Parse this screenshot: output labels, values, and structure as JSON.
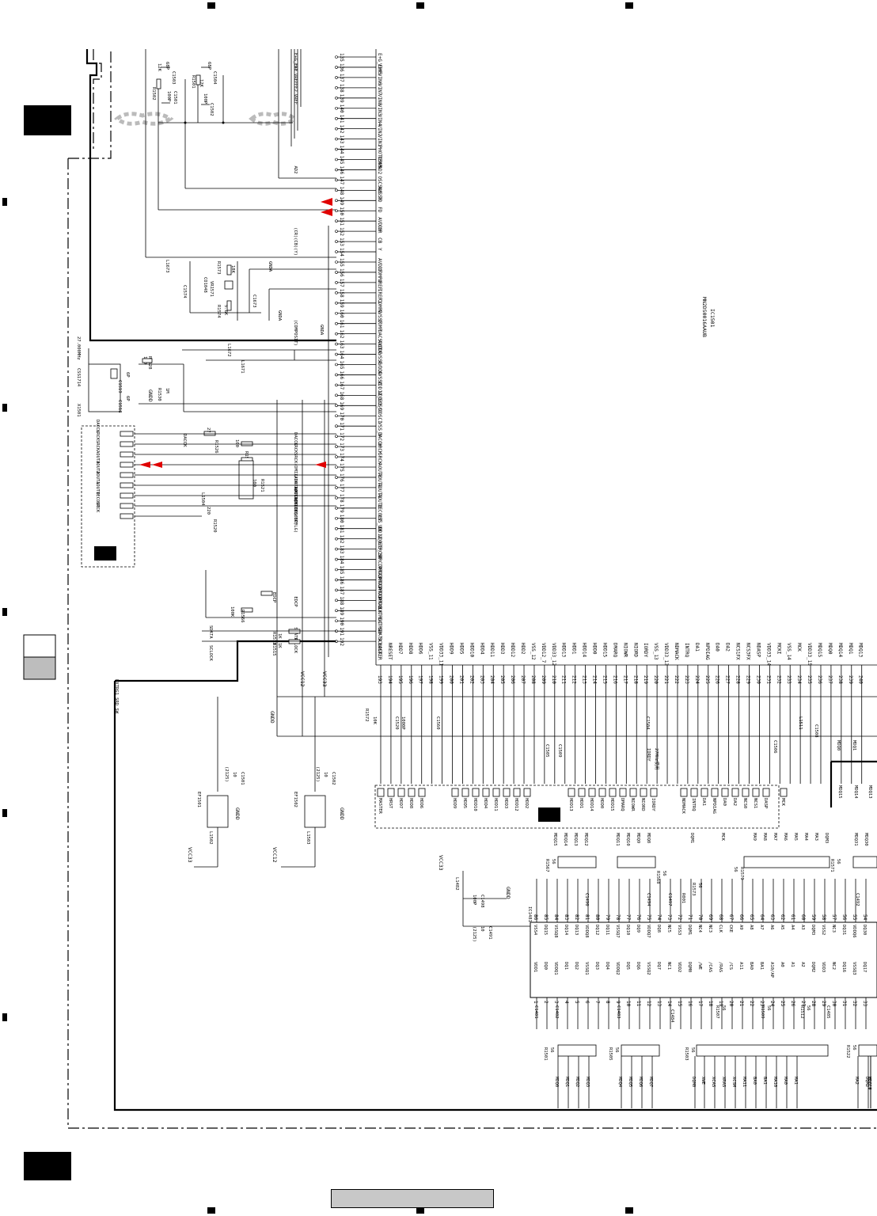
{
  "ic": {
    "part": "MN2DS0016AAUB",
    "ref": "IC1501"
  },
  "top_pins": [
    {
      "n": "135",
      "name": "E+G_E+F",
      "net": "E+G_E+F"
    },
    {
      "n": "136",
      "name": "VIN5",
      "net": "FE1"
    },
    {
      "n": "137",
      "name": "VIN6",
      "net": "VREF"
    },
    {
      "n": "138",
      "name": "VIN7",
      "net": "FE2"
    },
    {
      "n": "139",
      "name": "VIN8",
      "net": "VREF"
    },
    {
      "n": "140",
      "name": "VIN3",
      "net": ""
    },
    {
      "n": "141",
      "name": "VIN4",
      "net": ""
    },
    {
      "n": "142",
      "name": "VIN2",
      "net": ""
    },
    {
      "n": "143",
      "name": "VIN1",
      "net": ""
    },
    {
      "n": "144",
      "name": "PHOTOSNS",
      "net": ""
    },
    {
      "n": "145",
      "name": "TEMP",
      "net": ""
    },
    {
      "n": "146",
      "name": "AD2",
      "net": "AD2"
    },
    {
      "n": "147",
      "name": "OSCSNS",
      "net": ""
    },
    {
      "n": "148",
      "name": "AVSSH",
      "net": ""
    },
    {
      "n": "149",
      "name": "TD",
      "net": ""
    },
    {
      "n": "150",
      "name": "FD",
      "net": ""
    },
    {
      "n": "151",
      "name": "AVDDH",
      "net": ""
    },
    {
      "n": "152",
      "name": "CR",
      "net": "(CR)"
    },
    {
      "n": "153",
      "name": "CB",
      "net": "(CB)"
    },
    {
      "n": "154",
      "name": "Y",
      "net": "(Y)"
    },
    {
      "n": "155",
      "name": "AVDDF",
      "net": ""
    },
    {
      "n": "156",
      "name": "COMP1",
      "net": ""
    },
    {
      "n": "157",
      "name": "VREF",
      "net": ""
    },
    {
      "n": "158",
      "name": "IREF1",
      "net": ""
    },
    {
      "n": "159",
      "name": "COMP2",
      "net": ""
    },
    {
      "n": "160",
      "name": "AVSSF",
      "net": ""
    },
    {
      "n": "161",
      "name": "COMP",
      "net": "(COMPOSIT)"
    },
    {
      "n": "162",
      "name": "DACSOUT",
      "net": ""
    },
    {
      "n": "163",
      "name": "AVDDE",
      "net": ""
    },
    {
      "n": "164",
      "name": "AVSSE",
      "net": ""
    },
    {
      "n": "165",
      "name": "AVDDD",
      "net": ""
    },
    {
      "n": "166",
      "name": "AVSSD",
      "net": ""
    },
    {
      "n": "167",
      "name": "VDD12_5",
      "net": ""
    },
    {
      "n": "168",
      "name": "VDD33_9",
      "net": ""
    },
    {
      "n": "169",
      "name": "OSCO",
      "net": ""
    },
    {
      "n": "170",
      "name": "OSCI",
      "net": ""
    },
    {
      "n": "171",
      "name": "VSS_9",
      "net": ""
    },
    {
      "n": "172",
      "name": "DACCK",
      "net": "DACCK"
    },
    {
      "n": "173",
      "name": "LRCK",
      "net": "LRCK"
    },
    {
      "n": "174",
      "name": "SRCK",
      "net": "SRCK"
    },
    {
      "n": "175",
      "name": "AOUT3",
      "net": "(DMIX/DATAOUT1)"
    },
    {
      "n": "176",
      "name": "AOUT2",
      "net": "(AOUT2/CLOCK)"
    },
    {
      "n": "177",
      "name": "AOUT1",
      "net": "(AOUT1/BLCK)"
    },
    {
      "n": "178",
      "name": "AOUT0",
      "net": "(AOUT0/SUBC)"
    },
    {
      "n": "179",
      "name": "IECOUT",
      "net": "(IEC/IPFLG)"
    },
    {
      "n": "180",
      "name": "VSS_10",
      "net": ""
    },
    {
      "n": "181",
      "name": "VDD12_6",
      "net": ""
    },
    {
      "n": "182",
      "name": "VDD33_10",
      "net": ""
    },
    {
      "n": "183",
      "name": "TRCST",
      "net": ""
    },
    {
      "n": "184",
      "name": "TRCDATA3",
      "net": ""
    },
    {
      "n": "185",
      "name": "TRCDATA2",
      "net": ""
    },
    {
      "n": "186",
      "name": "TRCDATA1",
      "net": ""
    },
    {
      "n": "187",
      "name": "TRCDATA0",
      "net": ""
    },
    {
      "n": "188",
      "name": "TRCCLK",
      "net": "EDCP"
    },
    {
      "n": "189",
      "name": "EXTRG1",
      "net": ""
    },
    {
      "n": "190",
      "name": "EXTRG0",
      "net": ""
    },
    {
      "n": "191",
      "name": "SDATA",
      "net": "SDATA"
    },
    {
      "n": "192",
      "name": "SCLOCK",
      "net": "SCLOCK"
    }
  ],
  "bottom_pins": [
    {
      "n": "193",
      "name": "MASTER"
    },
    {
      "n": "194",
      "name": "NRESET"
    },
    {
      "n": "195",
      "name": "HDD7"
    },
    {
      "n": "196",
      "name": "HDD8"
    },
    {
      "n": "197",
      "name": "HDD6"
    },
    {
      "n": "198",
      "name": "VSS_11"
    },
    {
      "n": "199",
      "name": "VDD33_11"
    },
    {
      "n": "200",
      "name": "HDD9"
    },
    {
      "n": "201",
      "name": "HDD5"
    },
    {
      "n": "202",
      "name": "HDD10"
    },
    {
      "n": "203",
      "name": "HDD4"
    },
    {
      "n": "204",
      "name": "HDD11"
    },
    {
      "n": "205",
      "name": "HDD3"
    },
    {
      "n": "206",
      "name": "HDD12"
    },
    {
      "n": "207",
      "name": "HDD2"
    },
    {
      "n": "208",
      "name": "VSS_12"
    },
    {
      "n": "209",
      "name": "VDD12_7"
    },
    {
      "n": "210",
      "name": "VDD33_12"
    },
    {
      "n": "211",
      "name": "HDD13"
    },
    {
      "n": "212",
      "name": "HDD1"
    },
    {
      "n": "213",
      "name": "HDD14"
    },
    {
      "n": "214",
      "name": "HDD0"
    },
    {
      "n": "215",
      "name": "HDD15"
    },
    {
      "n": "216",
      "name": "DMARQ"
    },
    {
      "n": "217",
      "name": "NIOWR"
    },
    {
      "n": "218",
      "name": "NIORD"
    },
    {
      "n": "219",
      "name": "IORDY"
    },
    {
      "n": "220",
      "name": "VSS_13"
    },
    {
      "n": "221",
      "name": "VDD33_13"
    },
    {
      "n": "222",
      "name": "NDMACK"
    },
    {
      "n": "223",
      "name": "INTRQ"
    },
    {
      "n": "224",
      "name": "DA1"
    },
    {
      "n": "225",
      "name": "NPDIAG"
    },
    {
      "n": "226",
      "name": "DA0"
    },
    {
      "n": "227",
      "name": "DA2"
    },
    {
      "n": "228",
      "name": "NCS1FX"
    },
    {
      "n": "229",
      "name": "NCS3FX"
    },
    {
      "n": "230",
      "name": "NDASP"
    },
    {
      "n": "231",
      "name": "VDD33_14"
    },
    {
      "n": "232",
      "name": "MCKI"
    },
    {
      "n": "233",
      "name": "VSS_14"
    },
    {
      "n": "234",
      "name": "MCK"
    },
    {
      "n": "235",
      "name": "VDD33_15"
    },
    {
      "n": "236",
      "name": "MDQ15"
    },
    {
      "n": "237",
      "name": "MDQ0"
    },
    {
      "n": "238",
      "name": "MDQ14"
    },
    {
      "n": "239",
      "name": "MDQ1"
    },
    {
      "n": "240",
      "name": "MDQ13"
    }
  ],
  "test_points": [
    "MASTER",
    "HRST",
    "HDD7",
    "HDD8",
    "HDD6",
    "HDD9",
    "HDD5",
    "HDD10",
    "HDD4",
    "HDD11",
    "HDD3",
    "HDD12",
    "HDD2",
    "HDD13",
    "HDD1",
    "HDD14",
    "HDD0",
    "HDD15",
    "DMARQ",
    "NIOWR",
    "NIORD",
    "IORDY",
    "NDMACK",
    "INTRQ",
    "DA1",
    "NPDIAG",
    "DA0",
    "DA2",
    "NCS0",
    "NCS1",
    "DASP",
    "MCK"
  ],
  "audio_connector": [
    "DACCK",
    "LRCK",
    "SRCK",
    "AOUT3",
    "AOUT2",
    "AOUT1",
    "AOUT0",
    "IECOUT",
    "SRCK"
  ],
  "sdram_left_pins": [
    {
      "n": "1",
      "name": "VDD1"
    },
    {
      "n": "2",
      "name": "DQ0"
    },
    {
      "n": "3",
      "name": "VDDQ1"
    },
    {
      "n": "4",
      "name": "DQ1"
    },
    {
      "n": "5",
      "name": "DQ2"
    },
    {
      "n": "6",
      "name": "VSSQ1"
    },
    {
      "n": "7",
      "name": "DQ3"
    },
    {
      "n": "8",
      "name": "DQ4"
    },
    {
      "n": "9",
      "name": "VDDQ2"
    },
    {
      "n": "10",
      "name": "DQ5"
    },
    {
      "n": "11",
      "name": "DQ6"
    },
    {
      "n": "12",
      "name": "VSSQ2"
    },
    {
      "n": "13",
      "name": "DQ7"
    },
    {
      "n": "14",
      "name": "NC1"
    },
    {
      "n": "15",
      "name": "VDD2"
    },
    {
      "n": "16",
      "name": "DQM0"
    },
    {
      "n": "17",
      "name": "/WE"
    },
    {
      "n": "18",
      "name": "/CAS"
    },
    {
      "n": "19",
      "name": "/RAS"
    },
    {
      "n": "20",
      "name": "/CS"
    },
    {
      "n": "21",
      "name": "A11"
    },
    {
      "n": "22",
      "name": "BA0"
    },
    {
      "n": "23",
      "name": "BA1"
    },
    {
      "n": "24",
      "name": "A10/AP"
    },
    {
      "n": "25",
      "name": "A0"
    },
    {
      "n": "26",
      "name": "A1"
    },
    {
      "n": "27",
      "name": "A2"
    },
    {
      "n": "28",
      "name": "DQM2"
    },
    {
      "n": "29",
      "name": "VDD3"
    },
    {
      "n": "30",
      "name": "NC2"
    },
    {
      "n": "31",
      "name": "DQ16"
    },
    {
      "n": "32",
      "name": "VSSQ3"
    },
    {
      "n": "33",
      "name": "DQ17"
    }
  ],
  "sdram_right_pins": [
    {
      "n": "86",
      "name": "VSS4"
    },
    {
      "n": "85",
      "name": "DQ15"
    },
    {
      "n": "84",
      "name": "VSSQ8"
    },
    {
      "n": "83",
      "name": "DQ14"
    },
    {
      "n": "82",
      "name": "DQ13"
    },
    {
      "n": "81",
      "name": "VDDQ8"
    },
    {
      "n": "80",
      "name": "DQ12"
    },
    {
      "n": "79",
      "name": "DQ11"
    },
    {
      "n": "78",
      "name": "VSSQ7"
    },
    {
      "n": "77",
      "name": "DQ10"
    },
    {
      "n": "76",
      "name": "DQ9"
    },
    {
      "n": "75",
      "name": "VDDQ7"
    },
    {
      "n": "74",
      "name": "DQ8"
    },
    {
      "n": "73",
      "name": "NC5"
    },
    {
      "n": "72",
      "name": "VSS3"
    },
    {
      "n": "71",
      "name": "DQM1"
    },
    {
      "n": "70",
      "name": "NC4"
    },
    {
      "n": "69",
      "name": "NC3"
    },
    {
      "n": "68",
      "name": "CLK"
    },
    {
      "n": "67",
      "name": "CKE"
    },
    {
      "n": "66",
      "name": "A9"
    },
    {
      "n": "65",
      "name": "A8"
    },
    {
      "n": "64",
      "name": "A7"
    },
    {
      "n": "63",
      "name": "A6"
    },
    {
      "n": "62",
      "name": "A5"
    },
    {
      "n": "61",
      "name": "A4"
    },
    {
      "n": "60",
      "name": "A3"
    },
    {
      "n": "59",
      "name": "DQM3"
    },
    {
      "n": "58",
      "name": "VSS2"
    },
    {
      "n": "57",
      "name": "NC3"
    },
    {
      "n": "56",
      "name": "DQ31"
    },
    {
      "n": "55",
      "name": "VDDQ6"
    },
    {
      "n": "54",
      "name": "DQ30"
    }
  ],
  "bus_bottom": [
    "MDQ0",
    "MDQ1",
    "MDQ2",
    "MDQ3",
    "MDQ4",
    "MDQ5",
    "MDQ6",
    "MDQ7",
    "DQM0",
    "XWE",
    "XCAS",
    "XRAS",
    "XCSM",
    "MA11",
    "BA0",
    "BA1",
    "MA10",
    "MA0",
    "MA1",
    "MA2",
    "DQM2",
    "MDQ16",
    "MDQ17"
  ],
  "bus_top": [
    "MDQ15",
    "MDQ14",
    "MDQ13",
    "MDQ12",
    "MDQ11",
    "MDQ10",
    "MDQ9",
    "MDQ8",
    "DQM1",
    "MCK",
    "MA9",
    "MA8",
    "MA7",
    "MA6",
    "MA5",
    "MA4",
    "MA3",
    "DQM3",
    "MDQ31",
    "MDQ30"
  ],
  "bus_right": [
    "MDQ0",
    "MDQ1",
    "MDQ15",
    "MDQ14",
    "MDQ13"
  ],
  "parts": {
    "r1502": "R1502",
    "r1502v": "12K",
    "r1501": "R1501",
    "r1501v": "12K",
    "c1503": "C1503",
    "c1503v": "68P",
    "c1504": "C1504",
    "c1504v": "68P",
    "c1501b": "C1501",
    "c1501bv": "100P",
    "c1502b": "C1502",
    "c1502bv": "100P",
    "x1501": "X1501",
    "x1501p": "CSS1714",
    "x1501f": "27.000MHz",
    "c1518": "C1518",
    "c1519": "C1519",
    "cxv": "6P",
    "r1528": "R1528",
    "r1528v": "100",
    "r1530": "R1530",
    "r1530v": "1M",
    "gndd": "GNDD",
    "gnda": "GNDA",
    "r1526": "R1526",
    "r1526v": "27",
    "r1524": "R1524",
    "r1524v": "100",
    "r1521": "R1521",
    "r1521v": "100",
    "r1520": "R1520",
    "r1520v": "220",
    "l1504": "L1504",
    "r1566": "R1566",
    "r1566v": "100K",
    "r1513": "R1513",
    "r1513v": "1K",
    "r1515": "R1515",
    "r1515v": "1K",
    "l1673": "L1673",
    "l1672": "L1672",
    "l1671": "L1671",
    "r1573": "R1573",
    "r1573v": "18K",
    "vr1571": "VR1571",
    "vr1571v": "CO1048",
    "r1574": "R1574",
    "r1574v": "5.6K",
    "c1574": "C1574",
    "c1673": "C1673",
    "r1572": "R1572",
    "r1572v": "10K",
    "c1520": "C1520",
    "c1520v": "1000P",
    "c1560": "C1560",
    "c1505": "C1505",
    "c1509": "C1509",
    "c1504b": "C1504",
    "c1506": "C1506",
    "c1508": "C1508",
    "l1511": "L1511",
    "ef1501": "EF1501",
    "ef1502": "EF1502",
    "l1502": "L1502",
    "l1503": "L1503",
    "c1501": "C1501",
    "c1502": "C1502",
    "c150xv": "10",
    "c150xs": "(2125)",
    "vcc33": "VCC33",
    "vcc12": "VCC12",
    "gnd": "GNDD",
    "r1v": "R1",
    "iordy_note": "IORDY",
    "iordy_note2": "27MHz使用",
    "l1482": "L1482",
    "c1498": "C1498",
    "c1498v": "100P",
    "c1491": "C1491",
    "c1491v": "10",
    "c1491s": "(2125)",
    "ic1481": "IC1481",
    "r1567": "R1567",
    "r1568": "R1568",
    "r1570": "R1570",
    "r1571": "R1571",
    "r56": "56",
    "r1501b": "R1501",
    "r1505": "R1505",
    "r1503": "R1503",
    "r1507": "R1507",
    "r1509": "R1509",
    "r1512": "R1512",
    "r1522": "R1522",
    "c1481": "C1481",
    "c1482": "C1482",
    "c1483": "C1483",
    "c1484": "C1484",
    "c1485": "C1485",
    "c1490": "C1490",
    "c1494": "C1494",
    "c1497": "C1497",
    "c1492": "C1492",
    "c1497v": "R001",
    "ext": "EXTRG1_SRD_SW"
  }
}
